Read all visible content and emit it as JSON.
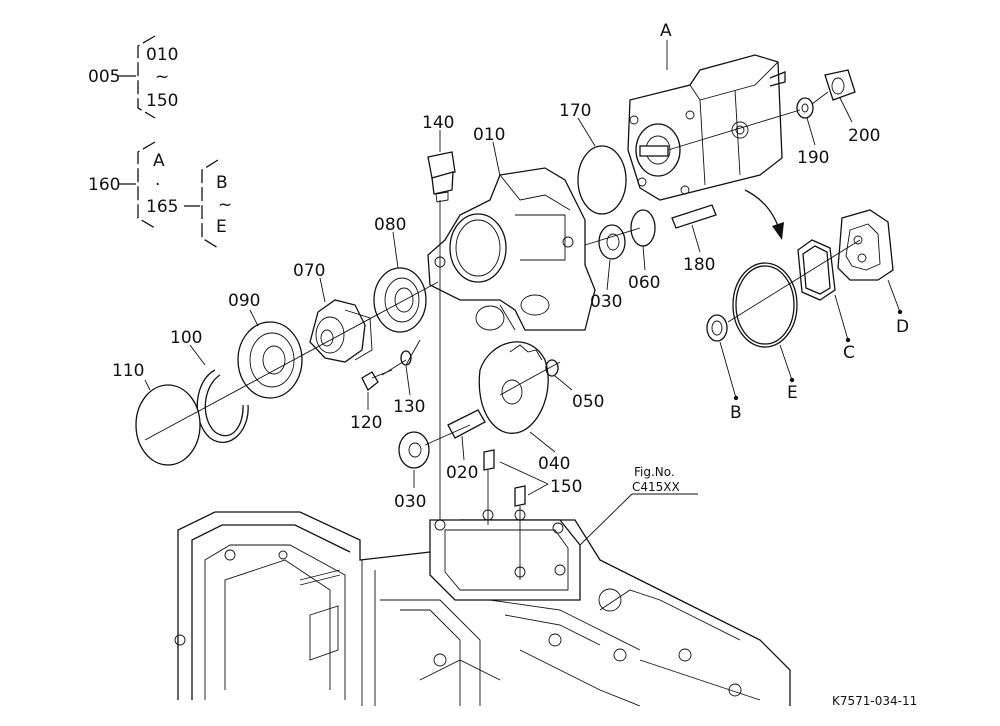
{
  "legend": {
    "g1_code": "005",
    "g1_top": "010",
    "g1_tilde": "~",
    "g1_bottom": "150",
    "g2_code": "160",
    "g2_a": "A",
    "g2_dot": "·",
    "g2_b": "165",
    "g3_top": "B",
    "g3_tilde": "~",
    "g3_bottom": "E"
  },
  "callouts": {
    "A": "A",
    "p010": "010",
    "p140": "140",
    "p170": "170",
    "p200": "200",
    "p190": "190",
    "p080": "080",
    "p070": "070",
    "p090": "090",
    "p100": "100",
    "p110": "110",
    "p030a": "030",
    "p060": "060",
    "p180": "180",
    "p120": "120",
    "p130": "130",
    "p050": "050",
    "p040": "040",
    "p020": "020",
    "p030b": "030",
    "p150": "150",
    "B": "B",
    "C": "C",
    "D": "D",
    "E": "E"
  },
  "figref": {
    "line1": "Fig.No.",
    "line2": "C415XX"
  },
  "footer": {
    "code": "K7571-034-11"
  }
}
